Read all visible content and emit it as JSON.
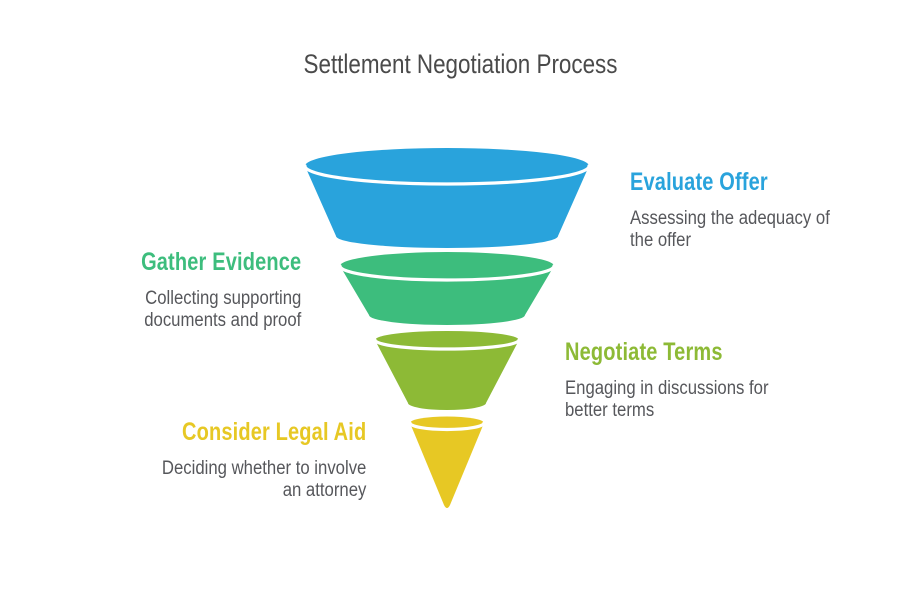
{
  "title": "Settlement Negotiation Process",
  "colors": {
    "background": "#FFFFFF",
    "title_text": "#4A4A4A",
    "description_text": "#56575B",
    "rim_line": "#FFFFFF"
  },
  "funnel": {
    "steps": [
      {
        "order": 1,
        "label": "Evaluate Offer",
        "description": "Assessing the adequacy of\nthe offer",
        "color": "#29A3DC",
        "side": "right"
      },
      {
        "order": 2,
        "label": "Gather Evidence",
        "description": "Collecting supporting\ndocuments and proof",
        "color": "#3DBD7D",
        "side": "left"
      },
      {
        "order": 3,
        "label": "Negotiate Terms",
        "description": "Engaging in discussions for\nbetter terms",
        "color": "#8DBA36",
        "side": "right"
      },
      {
        "order": 4,
        "label": "Consider Legal Aid",
        "description": "Deciding whether to involve\nan attorney",
        "color": "#E7C824",
        "side": "left"
      }
    ]
  }
}
